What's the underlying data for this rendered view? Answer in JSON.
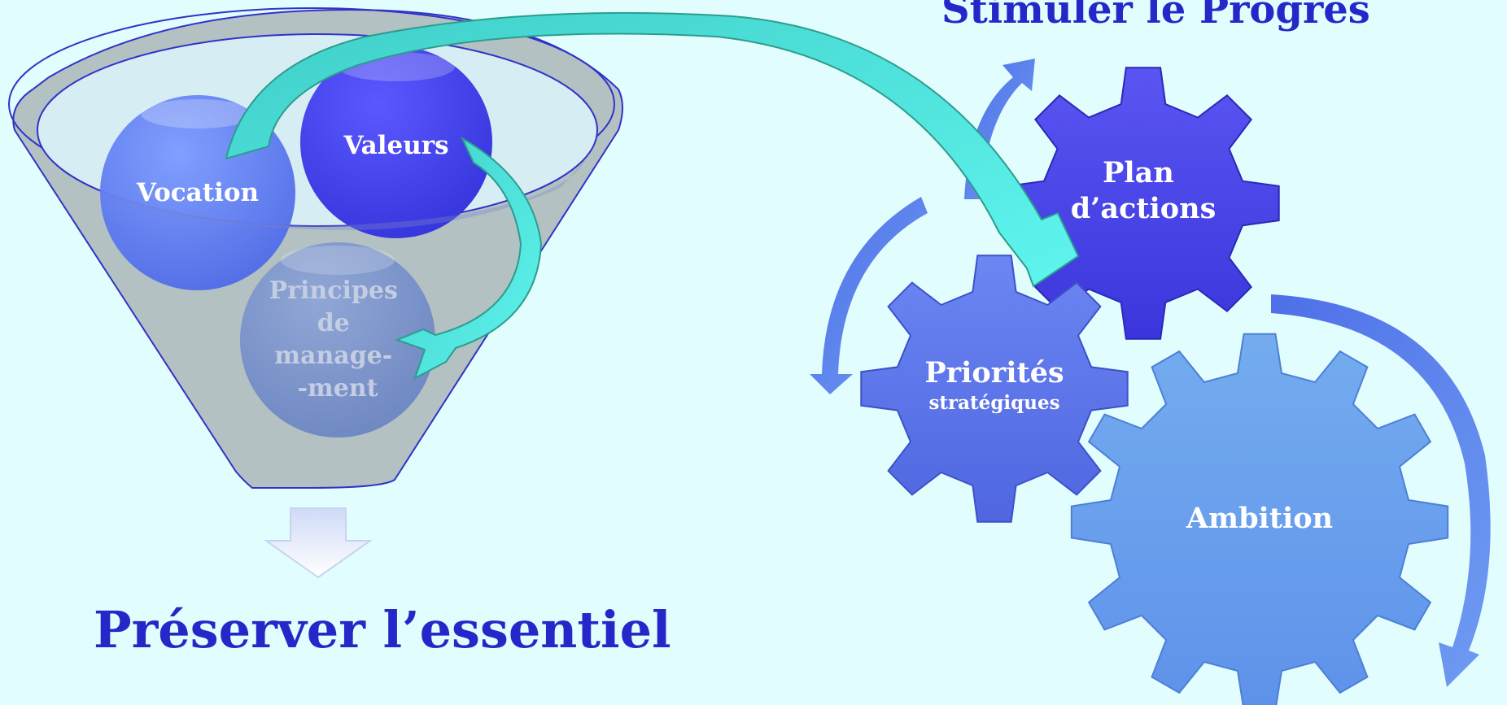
{
  "funnel": {
    "vocation": "Vocation",
    "valeurs": "Valeurs",
    "principes": [
      "Principes",
      "de",
      "manage-",
      "-ment"
    ]
  },
  "bottom_title": "Préserver l’essentiel",
  "top_title": "Stimuler le Progrès",
  "gears": {
    "plan": [
      "Plan",
      "d’actions"
    ],
    "priorites": "Priorités",
    "priorites_sub": "stratégiques",
    "ambition": "Ambition"
  },
  "colors": {
    "background": "#e2fdfd",
    "title": "#2727c9",
    "gear_dark": "#3b36e6",
    "gear_mid": "#5a78ef",
    "gear_light": "#6aa2f0",
    "teal_arrow": "#4de8e4"
  }
}
